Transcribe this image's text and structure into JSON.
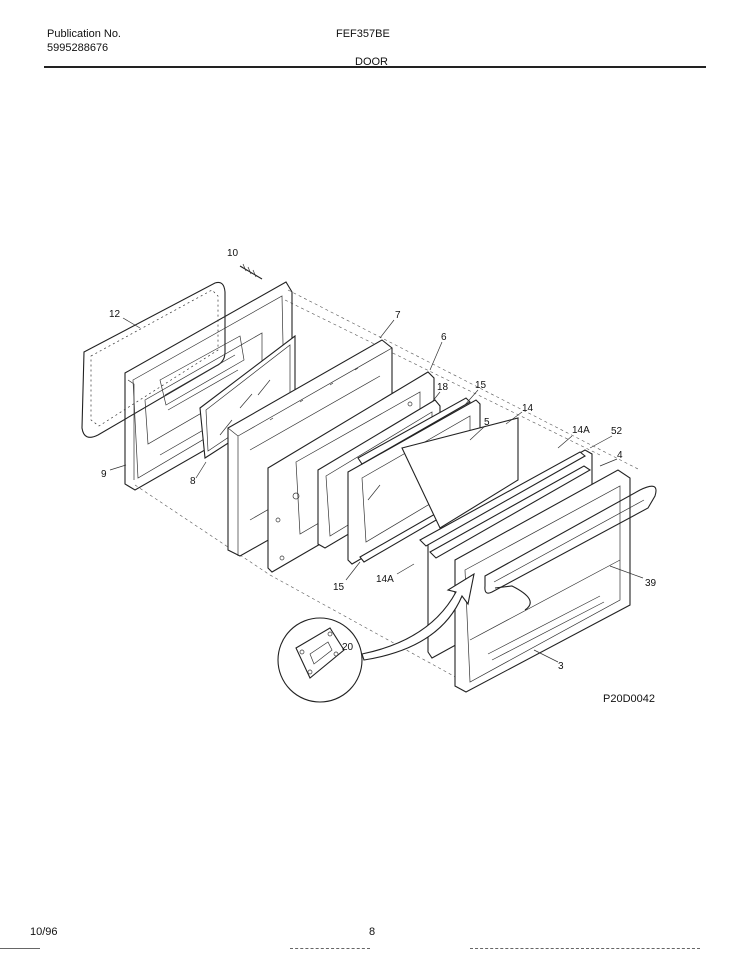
{
  "header": {
    "publication_label": "Publication No.",
    "publication_number": "5995288676",
    "model": "FEF357BE",
    "section_title": "DOOR"
  },
  "diagram": {
    "code": "P20D0042",
    "callouts": [
      "10",
      "12",
      "7",
      "6",
      "18",
      "15",
      "14",
      "5",
      "14A",
      "52",
      "4",
      "9",
      "8",
      "15",
      "14A",
      "39",
      "20",
      "3"
    ]
  },
  "footer": {
    "date": "10/96",
    "page": "8"
  }
}
